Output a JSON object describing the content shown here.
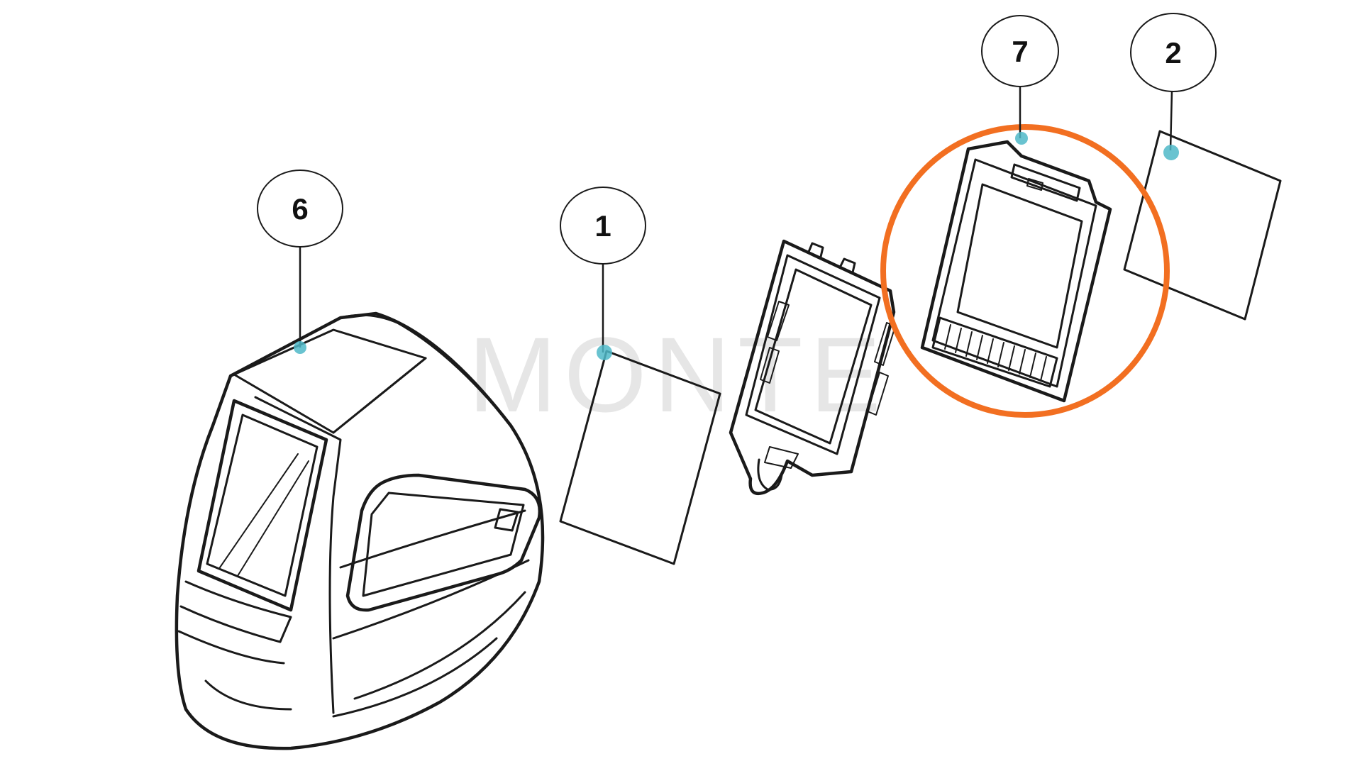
{
  "watermark": "MONTE",
  "colors": {
    "line": "#1a1a1a",
    "highlight": "#f26f21",
    "anchor_dot": "#4fb8c8",
    "watermark": "#e6e6e6",
    "background": "#ffffff"
  },
  "callouts": [
    {
      "id": "helmet-shell",
      "label": "6"
    },
    {
      "id": "inner-lens",
      "label": "1"
    },
    {
      "id": "filter-frame",
      "label": ""
    },
    {
      "id": "adf-cartridge",
      "label": "7"
    },
    {
      "id": "outer-lens",
      "label": "2"
    }
  ],
  "highlight": {
    "target": "adf-cartridge",
    "shape": "circle"
  }
}
